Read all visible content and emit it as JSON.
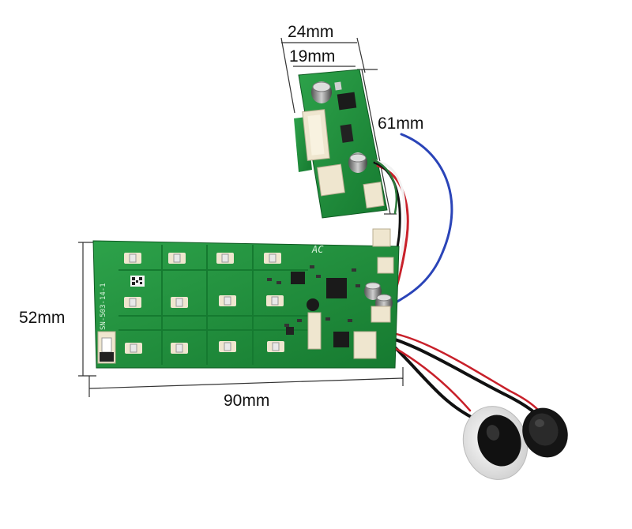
{
  "dimensions": {
    "small_board_width_outer": "24mm",
    "small_board_width_inner": "19mm",
    "small_board_length": "61mm",
    "main_board_height": "52mm",
    "main_board_width": "90mm"
  },
  "silkscreen": {
    "main_board_model": "SN-503-14-1",
    "main_board_mark": "AC"
  },
  "colors": {
    "pcb_green": "#1f8a3a",
    "pcb_dark_green": "#126b29",
    "wire_blue": "#2a44b8",
    "wire_red": "#c8202a",
    "wire_black": "#111111",
    "connector_cream": "#efe6cf"
  }
}
